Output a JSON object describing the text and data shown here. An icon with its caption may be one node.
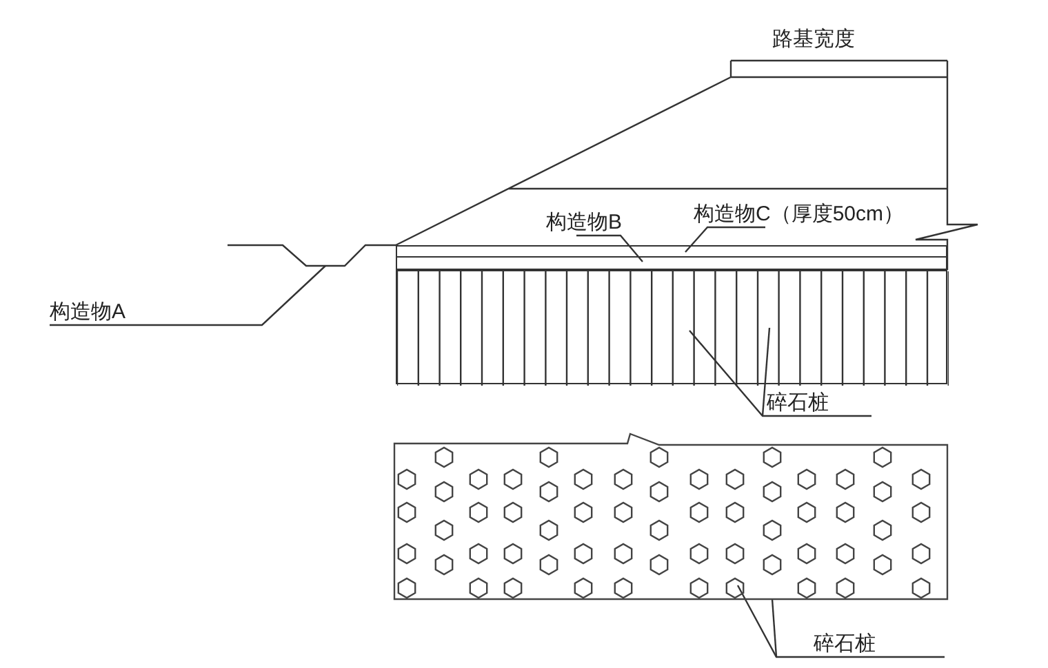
{
  "diagram": {
    "nodes": [
      {
        "text": [
          "构造物A"
        ]
      },
      {
        "text": [
          "构造物B"
        ]
      },
      {
        "text": [
          "构造物C（厚度50cm）"
        ]
      },
      {
        "text": [
          "碎石桩"
        ]
      },
      {
        "text": [
          "碎石桩"
        ]
      },
      {
        "text": [],
        "shape": "bar"
      },
      {
        "text": [],
        "shape": "bar"
      },
      {
        "text": [],
        "shape": "box"
      },
      {
        "text": [],
        "shape": "box"
      }
    ],
    "edges": [
      {
        "from": 0,
        "to": null,
        "arrow": "none"
      },
      {
        "from": 1,
        "to": 6,
        "arrow": "none"
      },
      {
        "from": 2,
        "to": 5,
        "arrow": "none"
      },
      {
        "from": 3,
        "to": 7,
        "arrow": "none"
      },
      {
        "from": 3,
        "to": 7,
        "arrow": "none"
      },
      {
        "from": 4,
        "to": 8,
        "arrow": "none"
      },
      {
        "from": 4,
        "to": 8,
        "arrow": "none"
      }
    ],
    "labels": [
      "路基宽度"
    ]
  }
}
